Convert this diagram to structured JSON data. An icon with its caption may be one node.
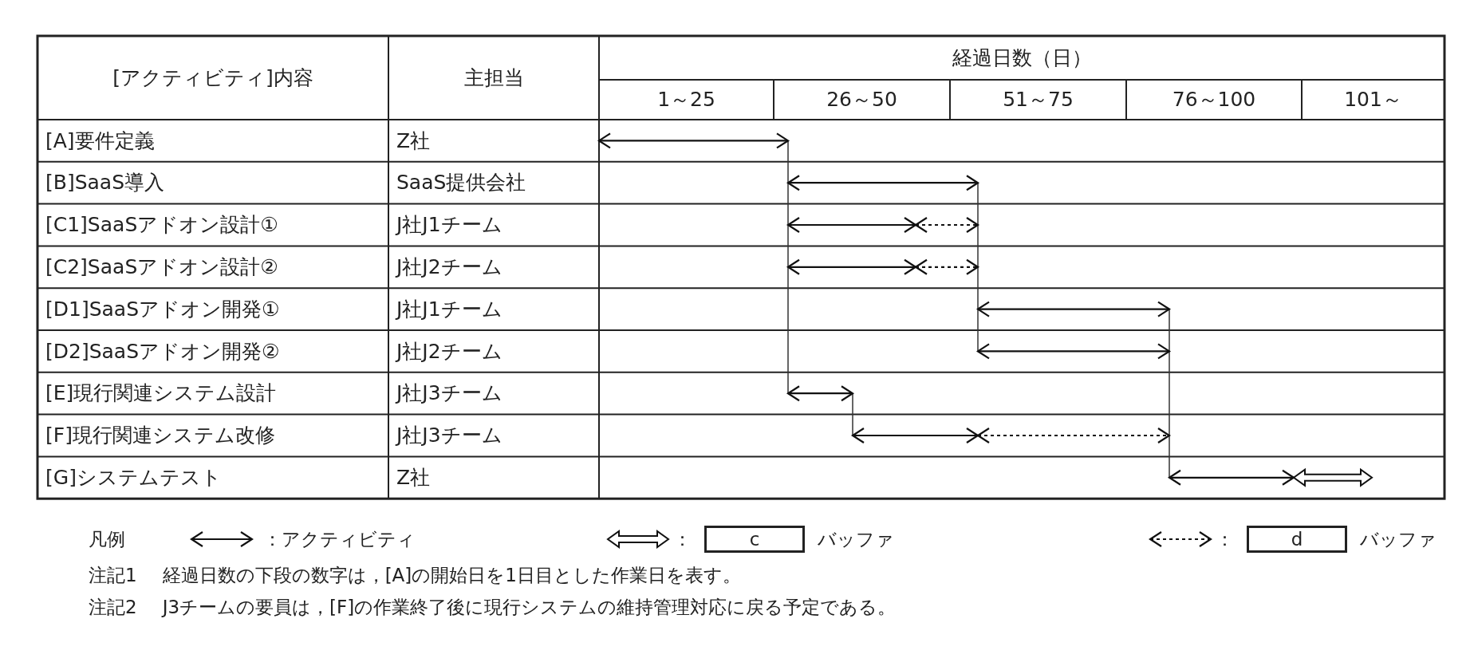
{
  "diagram": {
    "labels": [
      "[アクティビティ]内容",
      "主担当",
      "経過日数（日）",
      "1～25",
      "26～50",
      "51～75",
      "76～100",
      "101～",
      "[A]要件定義",
      "Z社",
      "[B]SaaS導入",
      "SaaS提供会社",
      "[C1]SaaSアドオン設計①",
      "J社J1チーム",
      "[C2]SaaSアドオン設計②",
      "J社J2チーム",
      "[D1]SaaSアドオン開発①",
      "J社J1チーム",
      "[D2]SaaSアドオン開発②",
      "J社J2チーム",
      "[E]現行関連システム設計",
      "J社J3チーム",
      "[F]現行関連システム改修",
      "J社J3チーム",
      "[G]システムテスト",
      "Z社",
      "凡例",
      "：",
      "c",
      "：",
      "d",
      "注記1",
      "経過日数の下段の数字は，[A]の開始日を1日目とした作業日を表す。",
      "注記2",
      "J3チームの要員は，[F]の作業終了後に現行システムの維持管理対応に戻る予定である。"
    ],
    "legend": [
      {
        "text": "：アクティビティ"
      },
      {
        "text": "バッファ"
      },
      {
        "text": "バッファ"
      }
    ]
  }
}
